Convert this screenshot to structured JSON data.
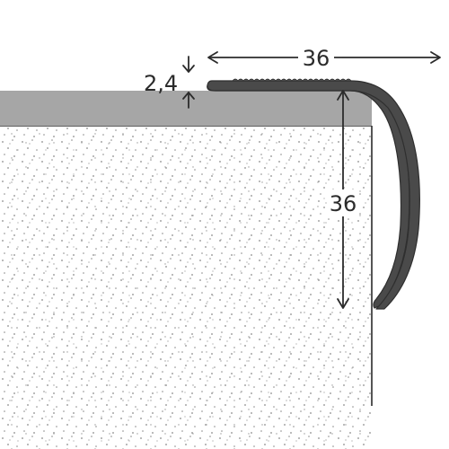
{
  "dimensions": {
    "width_label": "36",
    "height_label": "36",
    "thickness_label": "2,4"
  },
  "colors": {
    "background": "#ffffff",
    "concrete_fill": "#ffffff",
    "concrete_dots": "#8a8a8a",
    "concrete_edge": "#2b2b2b",
    "floor_covering": "#a6a6a6",
    "profile": "#4a4a4a",
    "profile_outline": "#2f2f2f",
    "dimension_lines": "#2b2b2b"
  }
}
